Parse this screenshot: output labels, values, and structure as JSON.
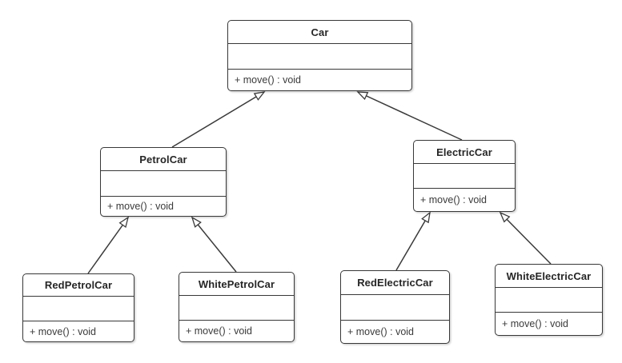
{
  "diagram": {
    "type": "uml-class-diagram",
    "classes": [
      {
        "id": "car",
        "name": "Car",
        "attributes": "",
        "methods": "+ move() : void"
      },
      {
        "id": "petrolcar",
        "name": "PetrolCar",
        "attributes": "",
        "methods": "+ move() : void"
      },
      {
        "id": "electriccar",
        "name": "ElectricCar",
        "attributes": "",
        "methods": "+ move() : void"
      },
      {
        "id": "redpetrolcar",
        "name": "RedPetrolCar",
        "attributes": "",
        "methods": "+ move() : void"
      },
      {
        "id": "whitepetrolcar",
        "name": "WhitePetrolCar",
        "attributes": "",
        "methods": "+ move() : void"
      },
      {
        "id": "redelectriccar",
        "name": "RedElectricCar",
        "attributes": "",
        "methods": "+ move() : void"
      },
      {
        "id": "whiteelectriccar",
        "name": "WhiteElectricCar",
        "attributes": "",
        "methods": "+ move() : void"
      }
    ],
    "relationships": [
      {
        "from": "PetrolCar",
        "to": "Car",
        "type": "generalization"
      },
      {
        "from": "ElectricCar",
        "to": "Car",
        "type": "generalization"
      },
      {
        "from": "RedPetrolCar",
        "to": "PetrolCar",
        "type": "generalization"
      },
      {
        "from": "WhitePetrolCar",
        "to": "PetrolCar",
        "type": "generalization"
      },
      {
        "from": "RedElectricCar",
        "to": "ElectricCar",
        "type": "generalization"
      },
      {
        "from": "WhiteElectricCar",
        "to": "ElectricCar",
        "type": "generalization"
      }
    ],
    "colors": {
      "border": "#383838",
      "line": "#3a3a3a",
      "background": "#ffffff",
      "title_text": "#262626",
      "method_text": "#3a3a3a"
    }
  }
}
